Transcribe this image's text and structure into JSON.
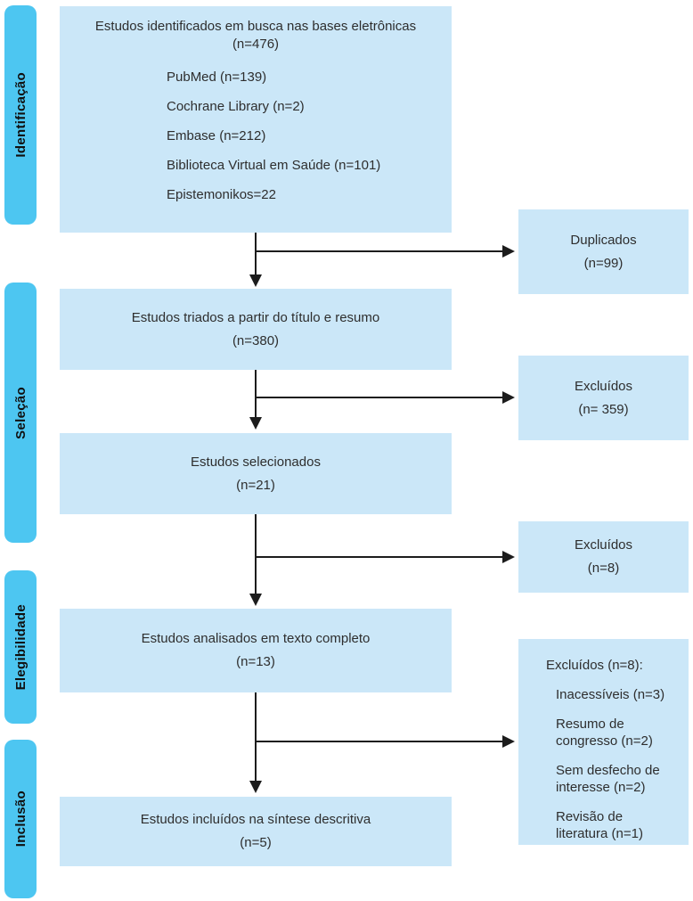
{
  "colors": {
    "sidebar": "#4dc6f1",
    "box": "#cbe7f8",
    "text": "#2e2e2e",
    "arrow": "#1c1c1c"
  },
  "sidebar": {
    "stages": [
      {
        "label": "Identificação"
      },
      {
        "label": "Seleção"
      },
      {
        "label": "Elegibilidade"
      },
      {
        "label": "Inclusão"
      }
    ]
  },
  "flow": {
    "identified": {
      "title": "Estudos identificados em busca nas bases eletrônicas",
      "count": "(n=476)",
      "sources": [
        "PubMed (n=139)",
        "Cochrane Library (n=2)",
        "Embase (n=212)",
        "Biblioteca Virtual em Saúde (n=101)",
        "Epistemonikos=22"
      ]
    },
    "screened": {
      "title": "Estudos triados a partir do título e resumo",
      "count": "(n=380)"
    },
    "selected": {
      "title": "Estudos selecionados",
      "count": "(n=21)"
    },
    "fulltext": {
      "title": "Estudos analisados em texto completo",
      "count": "(n=13)"
    },
    "included": {
      "title": "Estudos incluídos na síntese descritiva",
      "count": "(n=5)"
    }
  },
  "side": {
    "duplicates": {
      "title": "Duplicados",
      "count": "(n=99)"
    },
    "excluded_screening": {
      "title": "Excluídos",
      "count": "(n= 359)"
    },
    "excluded_selection": {
      "title": "Excluídos",
      "count": "(n=8)"
    },
    "excluded_fulltext": {
      "title": "Excluídos (n=8):",
      "reasons": [
        "Inacessíveis (n=3)",
        "Resumo de congresso (n=2)",
        "Sem desfecho de interesse (n=2)",
        "Revisão de literatura (n=1)"
      ]
    }
  }
}
